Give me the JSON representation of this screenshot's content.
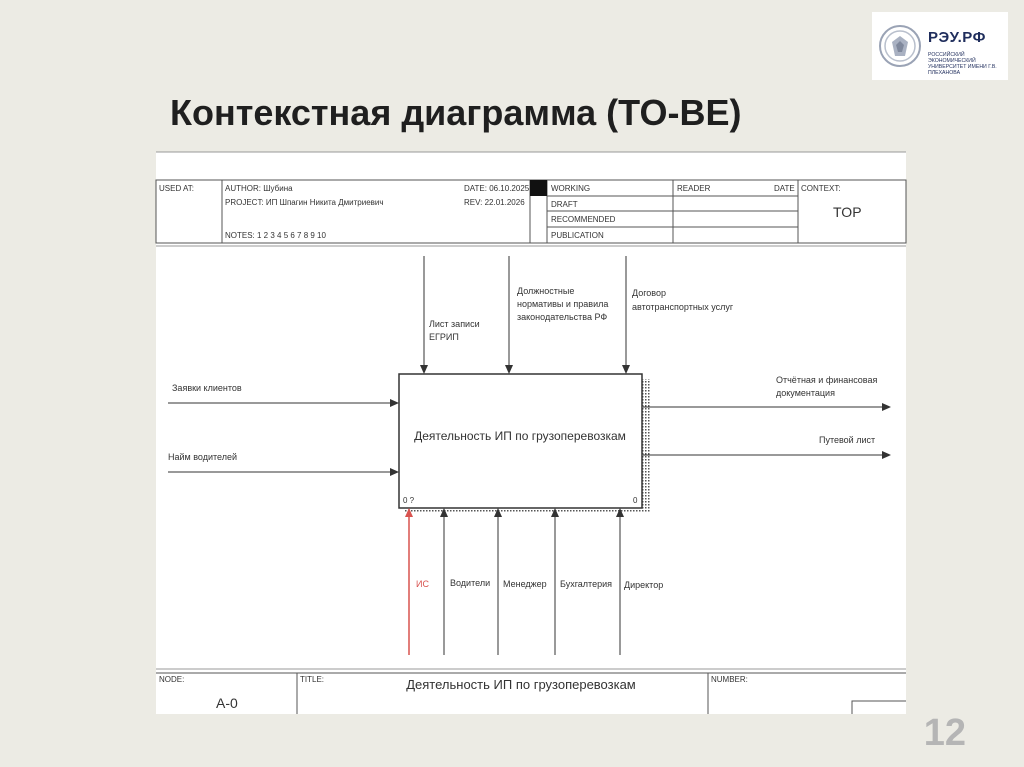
{
  "logo": {
    "name": "РЭУ.РФ",
    "subtitle": "Российский экономический университет имени Г.В. Плеханова"
  },
  "slide": {
    "title": "Контекстная диаграмма (TO-BE)",
    "page_number": "12"
  },
  "header": {
    "used_at": "USED AT:",
    "author": "AUTHOR:  Шубина",
    "project": "PROJECT:  ИП Шпагин Никита Дмитриевич",
    "notes": "NOTES:  1  2  3  4  5  6  7  8  9  10",
    "date": "DATE:  06.10.2025",
    "rev": "REV:    22.01.2026",
    "status": [
      "WORKING",
      "DRAFT",
      "RECOMMENDED",
      "PUBLICATION"
    ],
    "reader": "READER",
    "reader_date": "DATE",
    "context": "CONTEXT:",
    "context_value": "TOP"
  },
  "diagram": {
    "activity": "Деятельность ИП по грузоперевозкам",
    "box_number": "0",
    "box_cost": "0 ?",
    "inputs": [
      "Заявки клиентов",
      "Найм  водителей"
    ],
    "controls": [
      [
        "Лист записи",
        "ЕГРИП"
      ],
      [
        "Должностные",
        "нормативы и правила",
        "законодательства РФ"
      ],
      [
        "Договор",
        "автотранспортных услуг"
      ]
    ],
    "outputs": [
      [
        "Отчётная и финансовая",
        "документация"
      ],
      [
        "Путевой лист"
      ]
    ],
    "mechanisms": [
      "ИС",
      "Водители",
      "Менеджер",
      "Бухгалтерия",
      "Директор"
    ]
  },
  "footer": {
    "node_label": "NODE:",
    "node_value": "A-0",
    "title_label": "TITLE:",
    "title_value": "Деятельность ИП по грузоперевозкам",
    "number_label": "NUMBER:"
  },
  "colors": {
    "line": "#333333",
    "highlight_arrow": "#d9534f",
    "brand": "#1f2d5c"
  }
}
